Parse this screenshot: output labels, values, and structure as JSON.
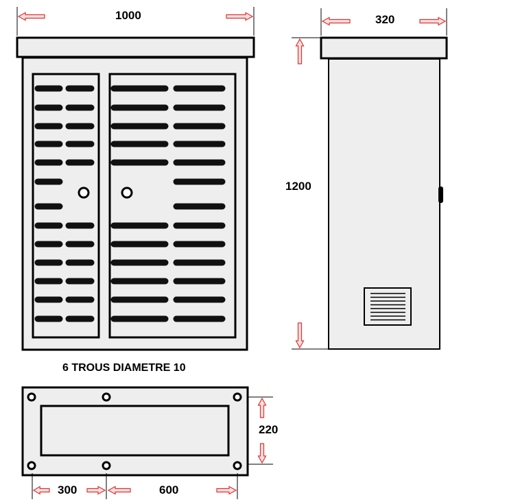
{
  "dimensions": {
    "width": "1000",
    "depth": "320",
    "height": "1200",
    "base_depth": "220",
    "hole_spacing_left": "300",
    "hole_spacing_right": "600"
  },
  "base": {
    "note": "6 TROUS DIAMETRE 10",
    "hole_count": 6
  },
  "colors": {
    "line": "#000000",
    "arrow_stroke": "#e03030",
    "arrow_fill": "#fde0e0",
    "face": "#eeeeee",
    "slot": "#111111"
  }
}
